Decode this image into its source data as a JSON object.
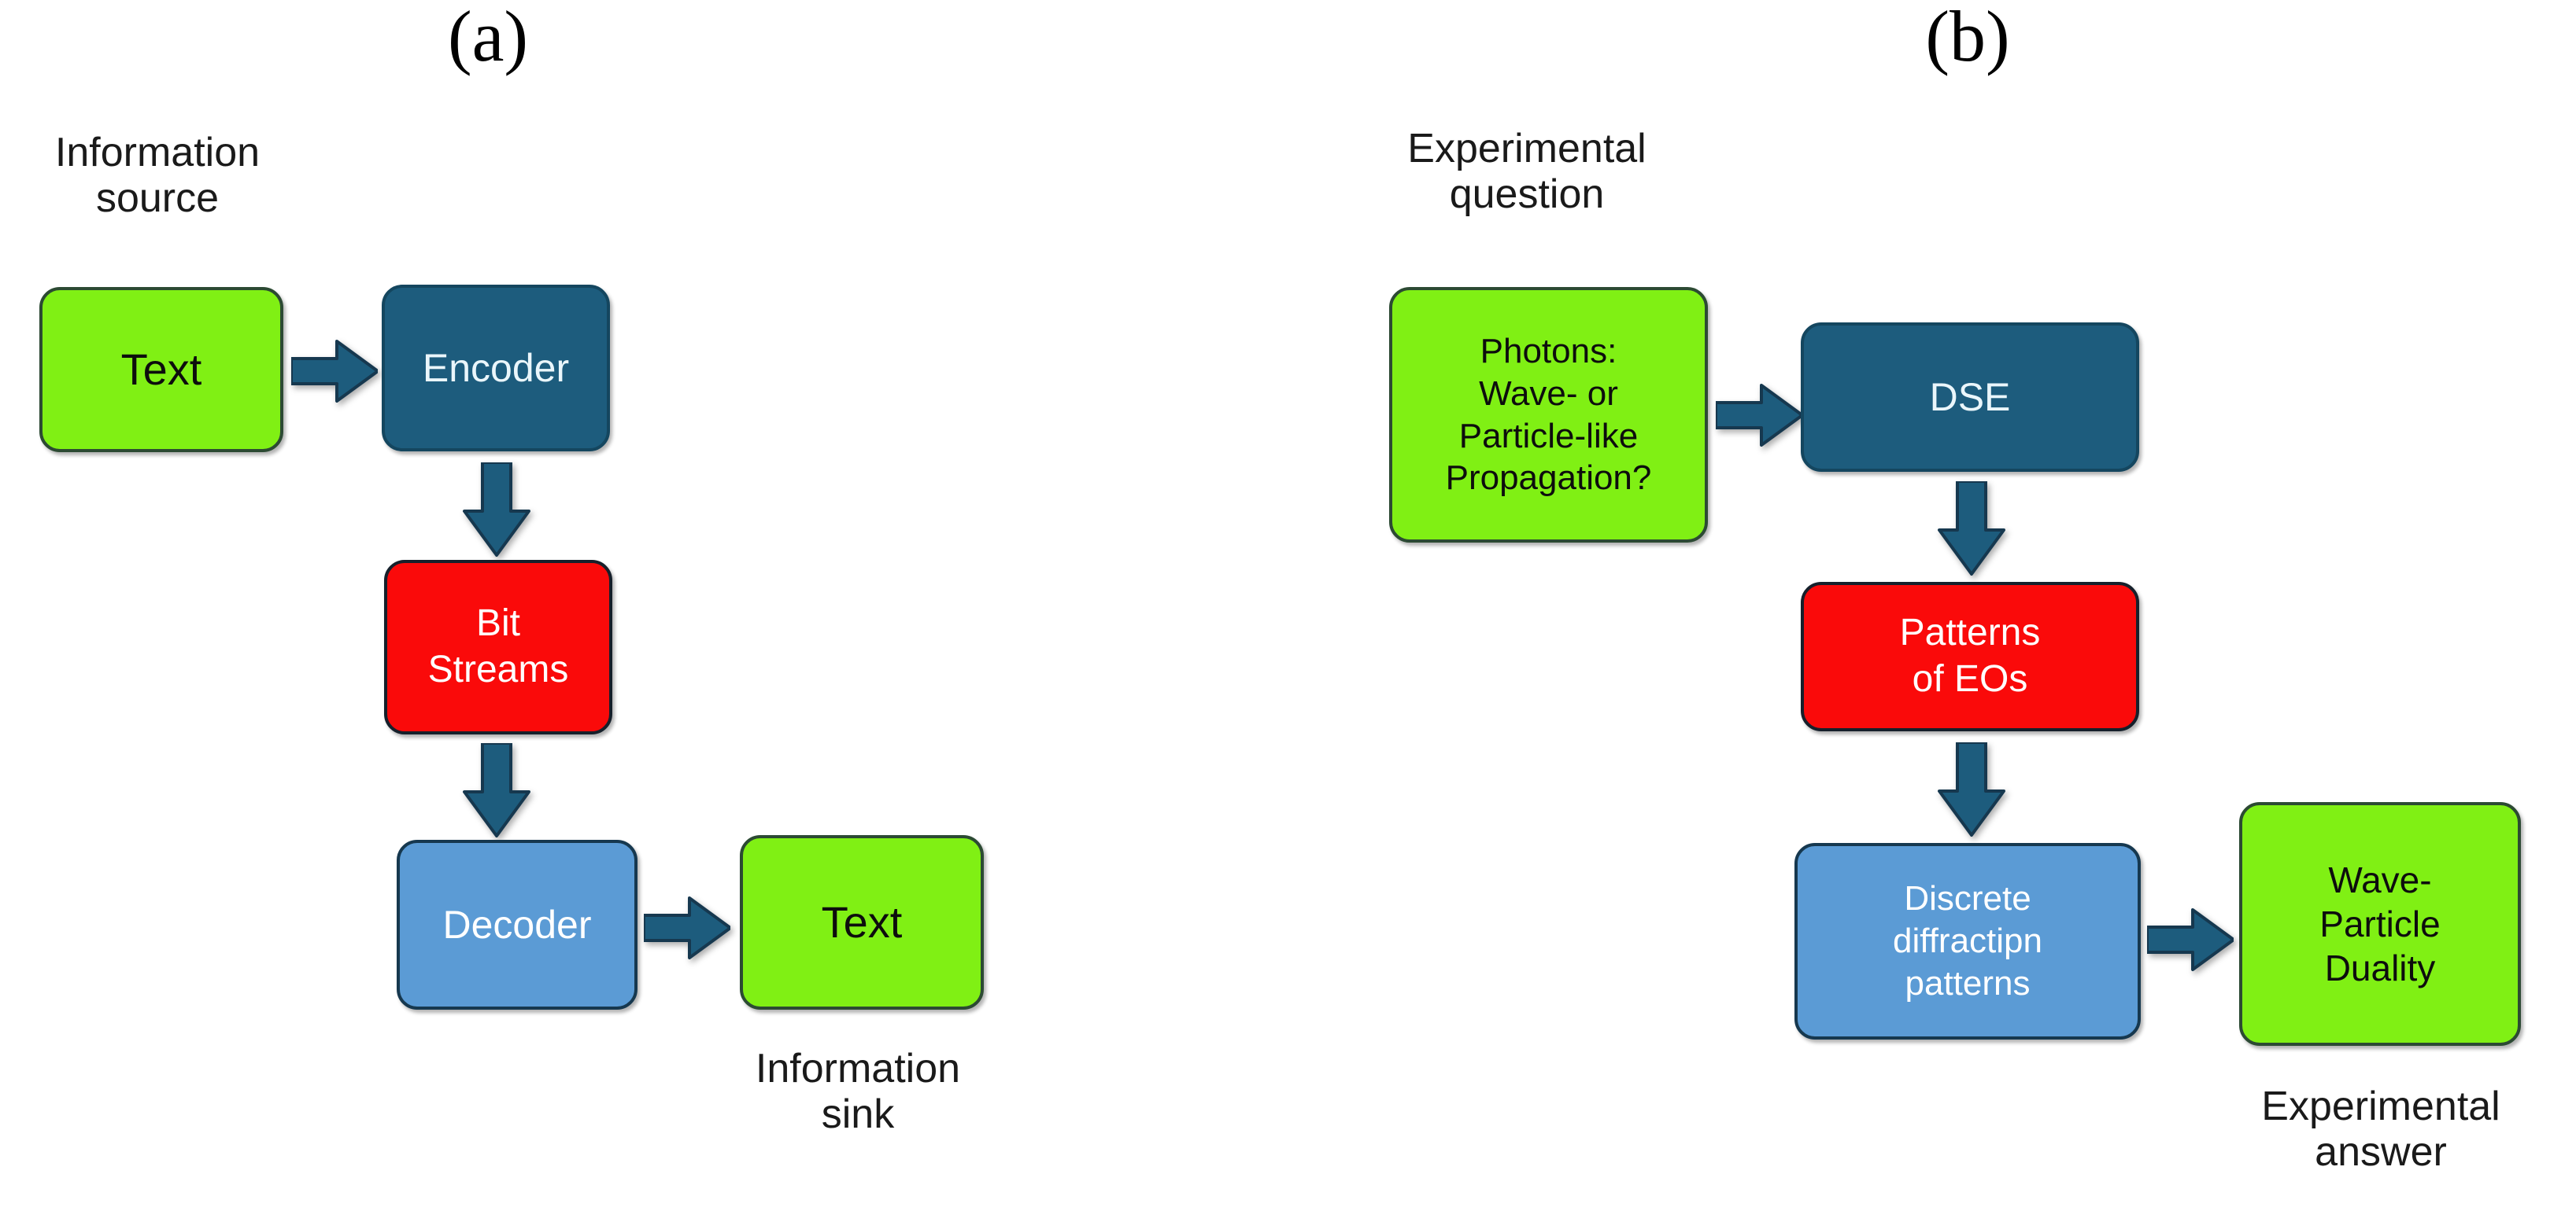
{
  "figure": {
    "panels": [
      {
        "id": "a",
        "letter": "(a)",
        "top_caption": "Information\nsource",
        "bottom_caption": "Information\nsink",
        "nodes": [
          {
            "id": "a-source-text",
            "label": "Text",
            "color_role": "green"
          },
          {
            "id": "a-encoder",
            "label": "Encoder",
            "color_role": "teal"
          },
          {
            "id": "a-bit-streams",
            "label": "Bit\nStreams",
            "color_role": "red"
          },
          {
            "id": "a-decoder",
            "label": "Decoder",
            "color_role": "blue"
          },
          {
            "id": "a-sink-text",
            "label": "Text",
            "color_role": "green"
          }
        ],
        "edges": [
          {
            "from": "a-source-text",
            "to": "a-encoder",
            "direction": "right"
          },
          {
            "from": "a-encoder",
            "to": "a-bit-streams",
            "direction": "down"
          },
          {
            "from": "a-bit-streams",
            "to": "a-decoder",
            "direction": "down"
          },
          {
            "from": "a-decoder",
            "to": "a-sink-text",
            "direction": "right"
          }
        ]
      },
      {
        "id": "b",
        "letter": "(b)",
        "top_caption": "Experimental\nquestion",
        "bottom_caption": "Experimental\nanswer",
        "nodes": [
          {
            "id": "b-question",
            "label": "Photons:\nWave- or\nParticle-like\nPropagation?",
            "color_role": "green"
          },
          {
            "id": "b-dse",
            "label": "DSE",
            "color_role": "teal"
          },
          {
            "id": "b-patterns",
            "label": "Patterns\nof EOs",
            "color_role": "red"
          },
          {
            "id": "b-discrete",
            "label": "Discrete\ndiffractipn\npatterns",
            "color_role": "blue"
          },
          {
            "id": "b-duality",
            "label": "Wave-\nParticle\nDuality",
            "color_role": "green"
          }
        ],
        "edges": [
          {
            "from": "b-question",
            "to": "b-dse",
            "direction": "right"
          },
          {
            "from": "b-dse",
            "to": "b-patterns",
            "direction": "down"
          },
          {
            "from": "b-patterns",
            "to": "b-discrete",
            "direction": "down"
          },
          {
            "from": "b-discrete",
            "to": "b-duality",
            "direction": "right"
          }
        ]
      }
    ],
    "colors": {
      "green": "#80F014",
      "teal": "#1D5C7D",
      "red": "#FA0A0A",
      "blue": "#5B9BD5",
      "arrow_fill": "#1D5C7D",
      "arrow_stroke": "#16384f",
      "outline": "#1f3b52",
      "background": "#FFFFFF",
      "caption_text": "#1A1A1A"
    }
  }
}
